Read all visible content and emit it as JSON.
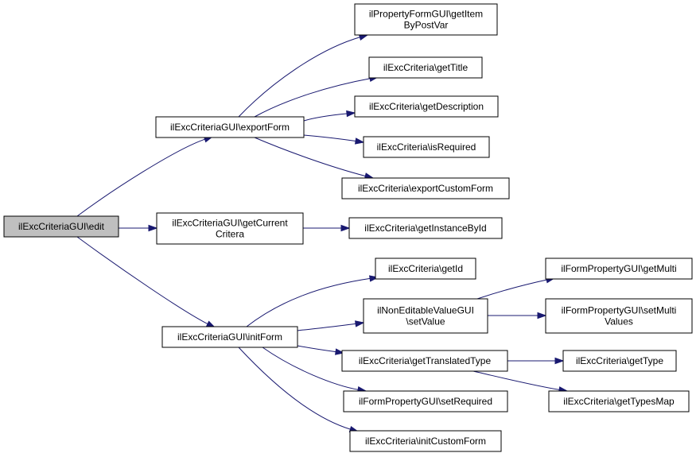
{
  "diagram": {
    "nodes": [
      {
        "id": "edit",
        "lines": [
          "ilExcCriteriaGUI\\edit"
        ],
        "highlighted": true
      },
      {
        "id": "exportForm",
        "lines": [
          "ilExcCriteriaGUI\\exportForm"
        ]
      },
      {
        "id": "getCurrentCritera",
        "lines": [
          "ilExcCriteriaGUI\\getCurrent",
          "Critera"
        ]
      },
      {
        "id": "initForm",
        "lines": [
          "ilExcCriteriaGUI\\initForm"
        ]
      },
      {
        "id": "getItemByPostVar",
        "lines": [
          "ilPropertyFormGUI\\getItem",
          "ByPostVar"
        ]
      },
      {
        "id": "getTitle",
        "lines": [
          "ilExcCriteria\\getTitle"
        ]
      },
      {
        "id": "getDescription",
        "lines": [
          "ilExcCriteria\\getDescription"
        ]
      },
      {
        "id": "isRequired",
        "lines": [
          "ilExcCriteria\\isRequired"
        ]
      },
      {
        "id": "exportCustomForm",
        "lines": [
          "ilExcCriteria\\exportCustomForm"
        ]
      },
      {
        "id": "getInstanceById",
        "lines": [
          "ilExcCriteria\\getInstanceById"
        ]
      },
      {
        "id": "getId",
        "lines": [
          "ilExcCriteria\\getId"
        ]
      },
      {
        "id": "setValue",
        "lines": [
          "ilNonEditableValueGUI",
          "\\setValue"
        ]
      },
      {
        "id": "getTranslatedType",
        "lines": [
          "ilExcCriteria\\getTranslatedType"
        ]
      },
      {
        "id": "setRequired",
        "lines": [
          "ilFormPropertyGUI\\setRequired"
        ]
      },
      {
        "id": "initCustomForm",
        "lines": [
          "ilExcCriteria\\initCustomForm"
        ]
      },
      {
        "id": "getMulti",
        "lines": [
          "ilFormPropertyGUI\\getMulti"
        ]
      },
      {
        "id": "setMultiValues",
        "lines": [
          "ilFormPropertyGUI\\setMulti",
          "Values"
        ]
      },
      {
        "id": "getType",
        "lines": [
          "ilExcCriteria\\getType"
        ]
      },
      {
        "id": "getTypesMap",
        "lines": [
          "ilExcCriteria\\getTypesMap"
        ]
      }
    ],
    "edges": [
      {
        "from": "edit",
        "to": "exportForm"
      },
      {
        "from": "edit",
        "to": "getCurrentCritera"
      },
      {
        "from": "edit",
        "to": "initForm"
      },
      {
        "from": "exportForm",
        "to": "getItemByPostVar"
      },
      {
        "from": "exportForm",
        "to": "getTitle"
      },
      {
        "from": "exportForm",
        "to": "getDescription"
      },
      {
        "from": "exportForm",
        "to": "isRequired"
      },
      {
        "from": "exportForm",
        "to": "exportCustomForm"
      },
      {
        "from": "getCurrentCritera",
        "to": "getInstanceById"
      },
      {
        "from": "initForm",
        "to": "getId"
      },
      {
        "from": "initForm",
        "to": "setValue"
      },
      {
        "from": "initForm",
        "to": "getTranslatedType"
      },
      {
        "from": "initForm",
        "to": "setRequired"
      },
      {
        "from": "initForm",
        "to": "initCustomForm"
      },
      {
        "from": "setValue",
        "to": "getMulti"
      },
      {
        "from": "setValue",
        "to": "setMultiValues"
      },
      {
        "from": "getTranslatedType",
        "to": "getType"
      },
      {
        "from": "getTranslatedType",
        "to": "getTypesMap"
      }
    ],
    "colors": {
      "edge": "#191970",
      "node_fill": "#ffffff",
      "node_highlight_fill": "#bfbfbf",
      "node_border": "#000000"
    }
  }
}
